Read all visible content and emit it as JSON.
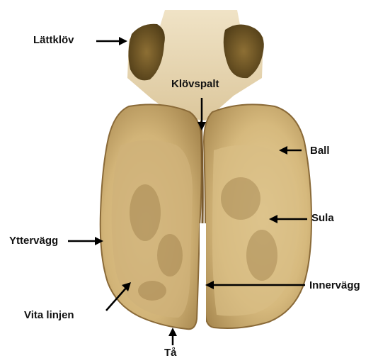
{
  "figure": {
    "labels": {
      "dewclaw": "Lättklöv",
      "interdigital_cleft": "Klövspalt",
      "heel_bulb": "Ball",
      "sole": "Sula",
      "outer_wall": "Yttervägg",
      "inner_wall": "Innervägg",
      "white_line": "Vita linjen",
      "toe": "Tå"
    }
  }
}
